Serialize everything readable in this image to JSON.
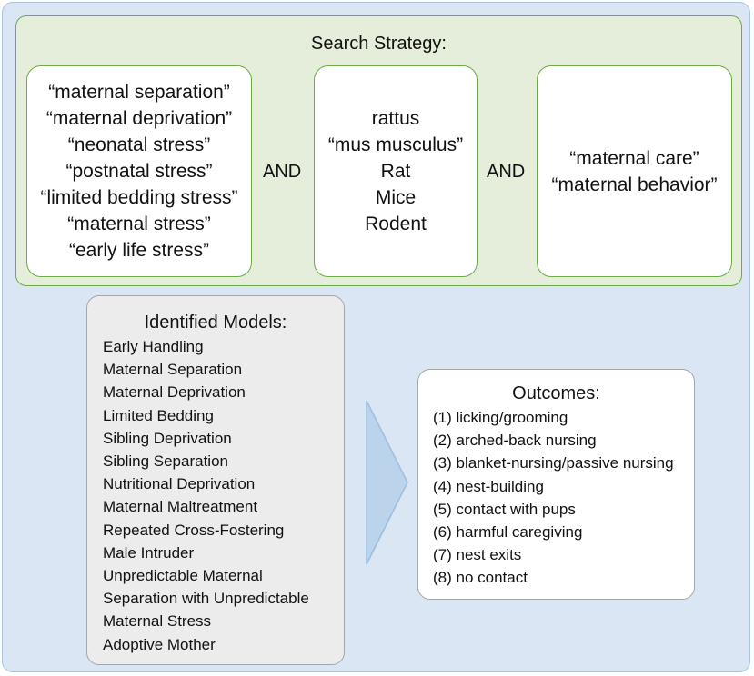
{
  "search": {
    "title": "Search Strategy:",
    "group1": [
      "“maternal separation”",
      "“maternal deprivation”",
      "“neonatal stress”",
      "“postnatal stress”",
      "“limited bedding stress”",
      "“maternal stress”",
      "“early life stress”"
    ],
    "group2": [
      "rattus",
      "“mus musculus”",
      "Rat",
      "Mice",
      "Rodent"
    ],
    "group3": [
      "“maternal care”",
      "“maternal behavior”"
    ],
    "and1": "AND",
    "and2": "AND"
  },
  "models": {
    "title": "Identified Models:",
    "items": [
      "Early Handling",
      "Maternal Separation",
      "Maternal Deprivation",
      "Limited Bedding",
      "Sibling Deprivation",
      "Sibling Separation",
      "Nutritional Deprivation",
      "Maternal Maltreatment",
      "Repeated Cross-Fostering",
      "Male Intruder",
      "Unpredictable Maternal",
      "Separation with Unpredictable",
      "Maternal Stress",
      "Adoptive Mother"
    ]
  },
  "outcomes": {
    "title": "Outcomes:",
    "items": [
      "(1) licking/grooming",
      "(2) arched-back nursing",
      "(3) blanket-nursing/passive nursing",
      "(4) nest-building",
      "(5) contact with pups",
      "(6) harmful caregiving",
      "(7) nest exits",
      "(8) no contact"
    ]
  },
  "colors": {
    "outer_bg": "#dae6f3",
    "search_bg": "#e4eedb",
    "green_border": "#6eaa45",
    "models_bg": "#ececec",
    "arrow_fill": "#bcd3ec"
  }
}
